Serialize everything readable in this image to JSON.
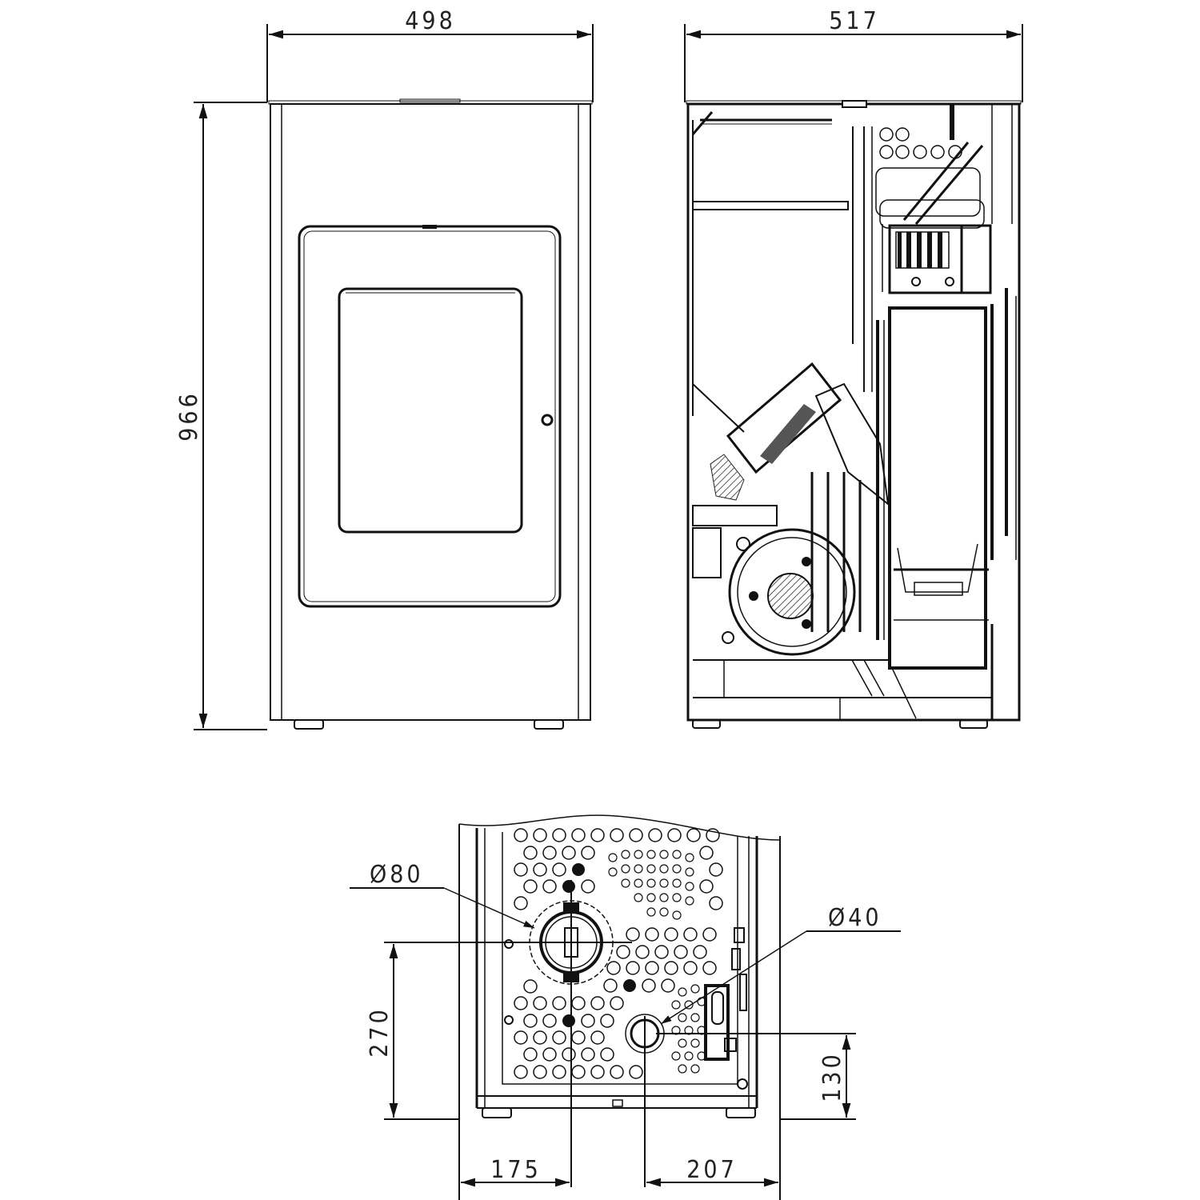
{
  "drawing": {
    "type": "technical-dimension-drawing",
    "views": [
      "front",
      "side-section",
      "rear"
    ],
    "colors": {
      "line": "#111111",
      "background": "#ffffff",
      "text": "#222222"
    }
  },
  "front_view": {
    "width_label": "498",
    "height_label": "966"
  },
  "side_view": {
    "depth_label": "517"
  },
  "rear_view": {
    "flue_diameter_label": "Ø80",
    "air_inlet_diameter_label": "Ø40",
    "flue_height_label": "270",
    "air_inlet_height_label": "130",
    "flue_offset_left_label": "175",
    "air_inlet_offset_right_label": "207"
  }
}
